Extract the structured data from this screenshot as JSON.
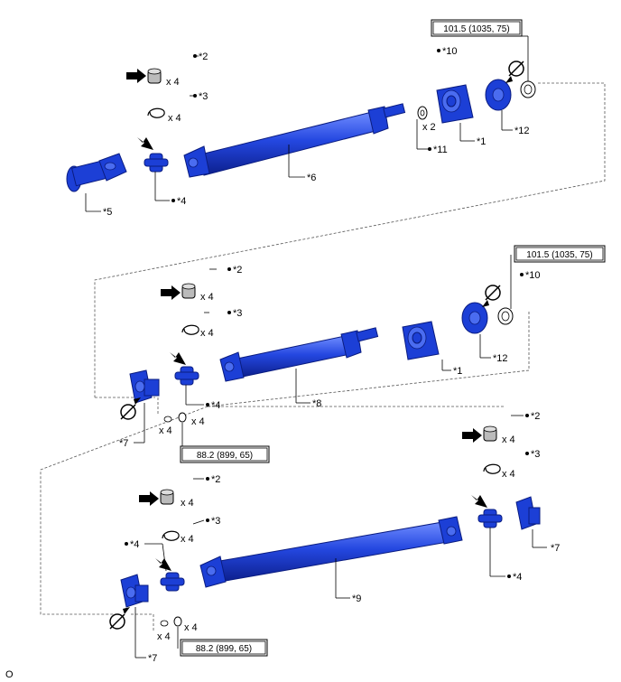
{
  "part_labels": {
    "p1": "*1",
    "p2": "*2",
    "p3": "*3",
    "p4": "*4",
    "p5": "*5",
    "p6": "*6",
    "p7": "*7",
    "p8": "*8",
    "p9": "*9",
    "p10": "*10",
    "p11": "*11",
    "p12": "*12"
  },
  "quantities": {
    "x4": "x 4",
    "x2": "x 2"
  },
  "torque_values": {
    "upper": "101.5 (1035, 75)",
    "lower": "88.2 (899, 65)"
  },
  "corner_mark": "O",
  "colors": {
    "part_blue": "#1c3fd6",
    "part_outline": "#0a1c80",
    "dashed_line": "#555555"
  }
}
